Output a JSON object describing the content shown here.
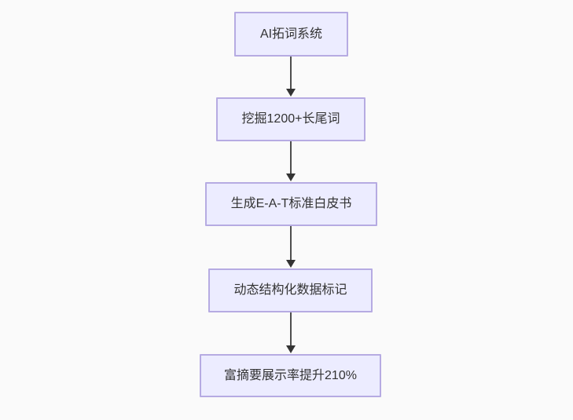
{
  "diagram": {
    "type": "flowchart",
    "direction": "top-down",
    "colors": {
      "background": "#fafafa",
      "node_fill": "#ececff",
      "node_border": "#b6abe2",
      "edge_line": "#4d4d4d",
      "arrowhead": "#333333",
      "text": "#333333"
    },
    "nodes": [
      {
        "id": "n1",
        "label": "AI拓词系统"
      },
      {
        "id": "n2",
        "label": "挖掘1200+长尾词"
      },
      {
        "id": "n3",
        "label": "生成E-A-T标准白皮书"
      },
      {
        "id": "n4",
        "label": "动态结构化数据标记"
      },
      {
        "id": "n5",
        "label": "富摘要展示率提升210%"
      }
    ],
    "edges": [
      {
        "from": "n1",
        "to": "n2"
      },
      {
        "from": "n2",
        "to": "n3"
      },
      {
        "from": "n3",
        "to": "n4"
      },
      {
        "from": "n4",
        "to": "n5"
      }
    ]
  }
}
